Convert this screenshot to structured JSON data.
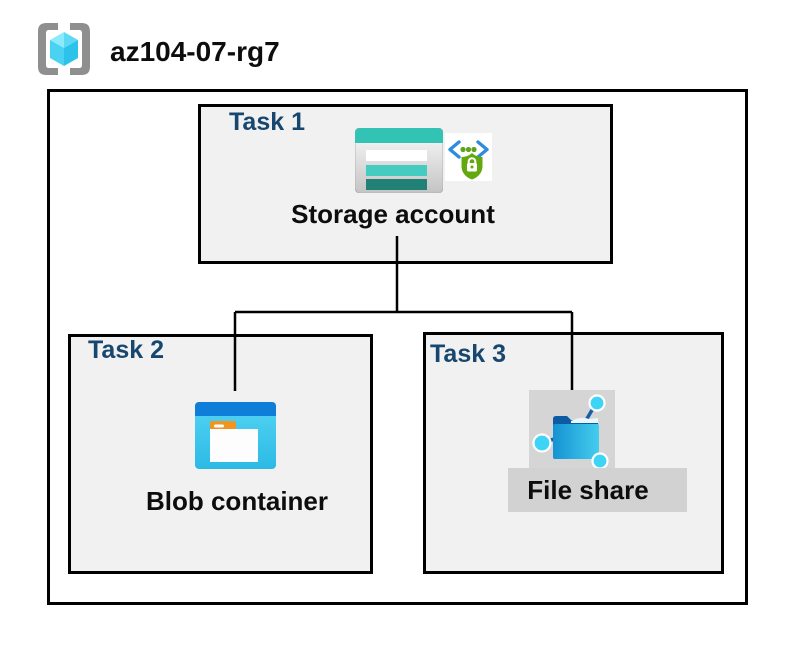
{
  "resource_group": {
    "name": "az104-07-rg7",
    "icon": "resource-group-icon"
  },
  "tasks": [
    {
      "label": "Task 1",
      "resource": "Storage account",
      "icons": [
        "storage-account-icon",
        "sas-secure-code-icon"
      ]
    },
    {
      "label": "Task 2",
      "resource": "Blob container",
      "icons": [
        "blob-container-icon"
      ]
    },
    {
      "label": "Task 3",
      "resource": "File share",
      "icons": [
        "file-share-icon"
      ],
      "highlighted": true
    }
  ],
  "connections": [
    {
      "from": "Storage account",
      "to": "Blob container"
    },
    {
      "from": "Storage account",
      "to": "File share"
    }
  ],
  "colors": {
    "task_label": "#17476E",
    "box_fill": "#F1F1F1",
    "highlight_gray": "#D5D5D5",
    "connector": "#000000",
    "storage_teal": "#32C3B4",
    "storage_teal_dark": "#218177",
    "blob_blue": "#0E7ED8",
    "blob_body": "#3CC7EE",
    "fileshare_blue": "#1592D2",
    "node_cyan": "#3ED4F6",
    "shield_green": "#63A80F",
    "bracket_gray": "#8F8F8F"
  }
}
